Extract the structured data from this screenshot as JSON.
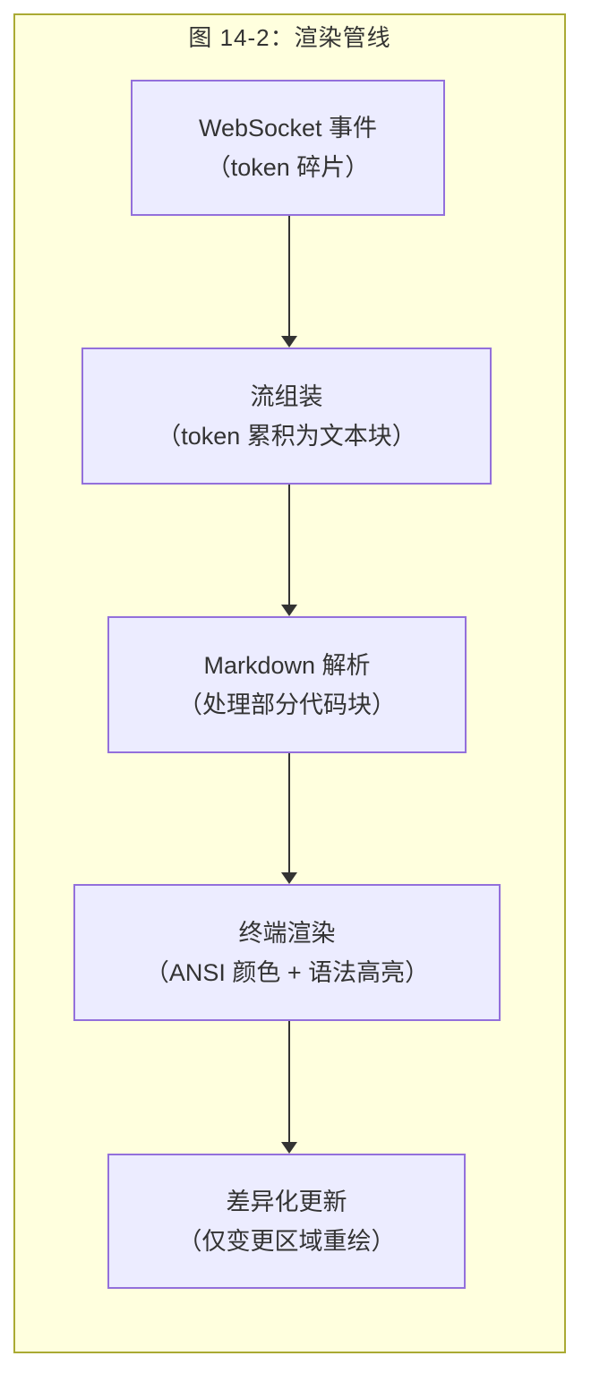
{
  "figure": {
    "title": "图 14-2：渲染管线"
  },
  "colors": {
    "frame_fill": "#ffffde",
    "frame_border": "#aaaa33",
    "node_fill": "#ececff",
    "node_border": "#9370db",
    "arrow": "#333333",
    "text": "#333333"
  },
  "nodes": [
    {
      "label": "WebSocket 事件",
      "sublabel": "（token 碎片）"
    },
    {
      "label": "流组装",
      "sublabel": "（token 累积为文本块）"
    },
    {
      "label": "Markdown 解析",
      "sublabel": "（处理部分代码块）"
    },
    {
      "label": "终端渲染",
      "sublabel": "（ANSI 颜色 + 语法高亮）"
    },
    {
      "label": "差异化更新",
      "sublabel": "（仅变更区域重绘）"
    }
  ]
}
